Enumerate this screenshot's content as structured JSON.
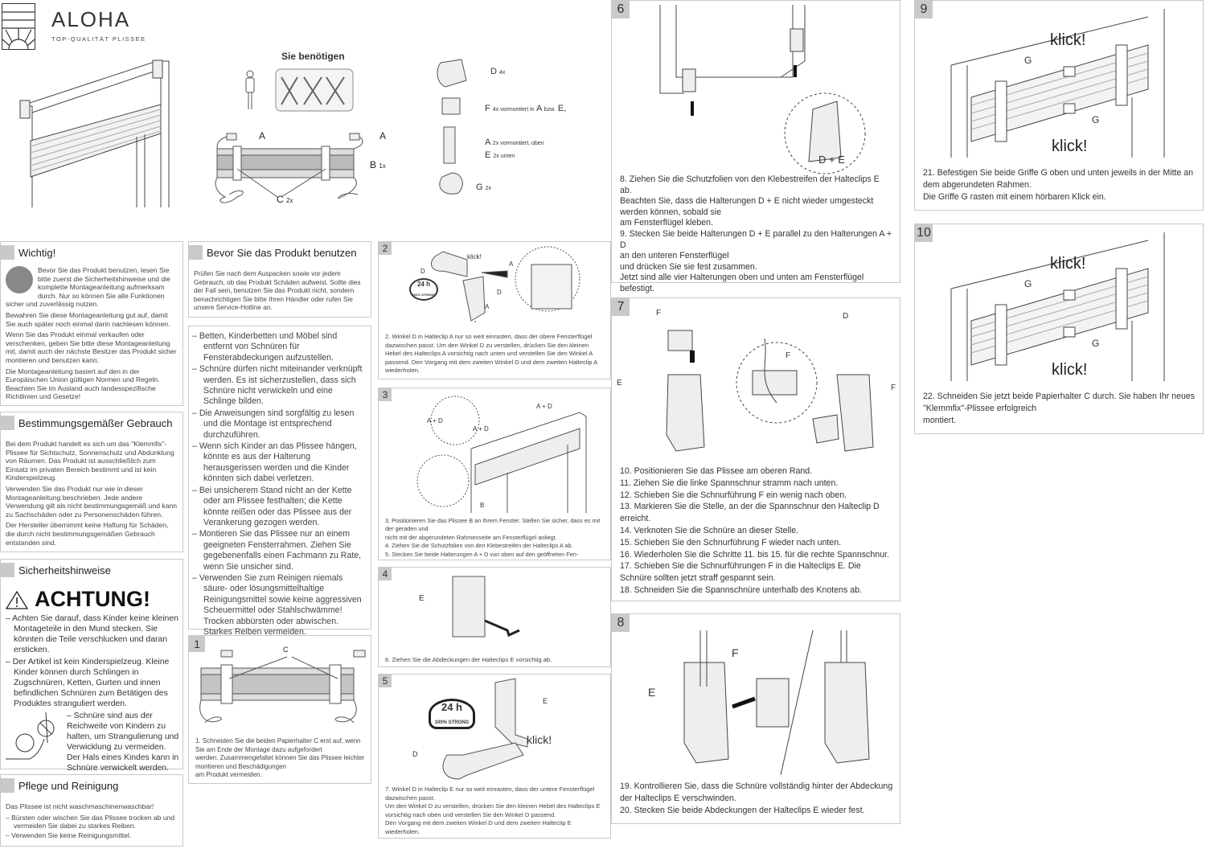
{
  "brand": {
    "name": "ALOHA",
    "tagline": "TOP-QUALITÄT PLISSEE"
  },
  "needs": {
    "title": "Sie benötigen"
  },
  "parts": {
    "A": "A",
    "B": "B",
    "B_qty": "1x",
    "C": "C",
    "C_qty": "2x",
    "D": "D",
    "D_qty": "4x",
    "F": "F",
    "F_desc": "4x vormontiert in",
    "F_A": "A",
    "F_bzw": "bzw.",
    "F_E": "E,",
    "A2": "A",
    "A2_desc": "2x vormontiert, oben",
    "E2": "E",
    "E2_desc": "2x unten",
    "G": "G",
    "G_qty": "2x"
  },
  "wichtig": {
    "title": "Wichtig!",
    "paras": [
      "Bevor Sie das Produkt benutzen, lesen Sie bitte zuerst die Sicherheitshinweise und die komplette Montageanleitung aufmerksam durch. Nur so können Sie alle Funktionen sicher und zuverlässig nutzen.",
      "Bewahren Sie diese Montageanleitung gut auf, damit Sie auch später noch einmal darin nachlesen können.",
      "Wenn Sie das Produkt einmal verkaufen oder verschenken, geben Sie bitte diese Montageanleitung mit, damit auch der nächste Besitzer das Produkt sicher montieren und benutzen kann.",
      "Die Montageanleitung basiert auf den in der Europäischen Union gültigen Normen und Regeln. Beachten Sie im Ausland auch landesspezifische Richtlinien und Gesetze!"
    ]
  },
  "bestimmung": {
    "title": "Bestimmungsgemäßer Gebrauch",
    "paras": [
      "Bei dem Produkt handelt es sich um das \"Klemmfix\"-Plissee für Sichtschutz, Sonnenschutz und Abdunklung von Räumen. Das Produkt ist ausschließlich zum Einsatz im privaten Bereich bestimmt und ist kein Kinderspielzeug.",
      "Verwenden Sie das Produkt nur wie in dieser Montageanleitung beschrieben. Jede andere Verwendung gilt als nicht bestimmungsgemäß und kann zu Sachschäden oder zu Personenschäden führen.",
      "Der Hersteller übernimmt keine Haftung für Schäden, die durch nicht bestimmungsgemäßen Gebrauch entstanden sind."
    ]
  },
  "sicherheit": {
    "title": "Sicherheitshinweise",
    "warning": "ACHTUNG!",
    "items": [
      "– Achten Sie darauf, dass Kinder keine kleinen Montageteile in den Mund stecken. Sie könnten die Teile verschlucken und daran ersticken.",
      "– Der Artikel ist kein Kinderspielzeug. Kleine Kinder können durch Schlingen in Zugschnüren, Ketten, Gurten und innen befindlichen Schnüren zum Betätigen des Produktes stranguliert werden."
    ],
    "cord_note": "– Schnüre sind aus der Reichweite von Kindern zu halten, um Strangulierung und Verwicklung zu vermeiden. Der Hals eines Kindes kann in Schnüre verwickelt werden."
  },
  "pflege": {
    "title": "Pflege und Reinigung",
    "intro": "Das Plissee ist nicht waschmaschinenwaschbar!",
    "items": [
      "– Bürsten oder wischen Sie das Plissee trocken ab und vermeiden Sie dabei zu starkes Reiben.",
      "– Verwenden Sie keine Reinigungsmittel."
    ]
  },
  "bevor": {
    "title": "Bevor Sie das Produkt benutzen",
    "text": "Prüfen Sie nach dem Auspacken sowie vor jedem Gebrauch, ob das Produkt Schäden aufweist. Sollte dies der Fall sein, benutzen Sie das Produkt nicht, sondern benachrichtigen Sie bitte Ihren Händler oder rufen Sie unsere Service-Hotline an."
  },
  "hinweise": [
    "– Betten, Kinderbetten und Möbel sind entfernt von Schnüren für Fensterabdeckungen aufzustellen.",
    "– Schnüre dürfen nicht miteinander verknüpft werden. Es ist sicherzustellen, dass sich Schnüre nicht verwickeln und eine Schlinge bilden.",
    "– Die Anweisungen sind sorgfältig zu lesen und die Montage ist entsprechend durchzuführen.",
    "– Wenn sich Kinder an das Plissee hängen, könnte es aus der Halterung herausgerissen werden und die Kinder könnten sich dabei verletzen.",
    "– Bei unsicherem Stand nicht an der Kette oder am Plissee festhalten; die Kette könnte reißen oder das Plissee aus der Verankerung gezogen werden.",
    "– Montieren Sie das Plissee nur an einem geeigneten Fensterrahmen. Ziehen Sie gegebenenfalls einen Fachmann zu Rate, wenn Sie unsicher sind.",
    "– Verwenden Sie zum Reinigen niemals säure- oder lösungsmittelhaltige Reinigungsmittel sowie keine aggressiven Scheuermittel oder Stahlschwämme! Trocken abbürsten oder abwischen. Starkes Reiben vermeiden."
  ],
  "badge": {
    "top": "24 h",
    "bottom": "100% STRONG"
  },
  "steps": [
    {
      "n": "1",
      "labels": [
        "C"
      ],
      "text": [
        "1. Schneiden Sie die beiden Papierhalter C erst auf, wenn Sie am Ende der Montage dazu aufgefordert",
        "werden. Zusammengefaltet können Sie das Plissee leichter montieren und Beschädigungen",
        "am Produkt vermeiden."
      ]
    },
    {
      "n": "2",
      "labels": [
        "D",
        "klick!",
        "A",
        "D",
        "A"
      ],
      "text": [
        "2. Winkel D in Halteclip A nur so weit einrasten, dass der obere Fensterflügel dazwischen passt. Um den Winkel D zu verstellen, drücken Sie den kleinen Hebel des Halteclips A vorsichtig nach unten und verstellen Sie den Winkel A passend. Den Vorgang mit dem zweiten Winkel D und dem zweiten Halteclip A wiederholen."
      ]
    },
    {
      "n": "3",
      "labels": [
        "A + D",
        "A + D",
        "A + D",
        "B"
      ],
      "text": [
        "3. Positionieren Sie das Plissee B an Ihrem Fenster. Stellen Sie sicher, dass es mit der geraden und",
        "nicht mit der abgerundeten Rahmenseite am Fensterflügel anliegt.",
        "4. Ziehen Sie die Schutzfolien von den Klebestreifen der Halteclips A ab.",
        "5. Stecken Sie beide Halterungen A + D von oben auf den geöffneten Fen-"
      ]
    },
    {
      "n": "4",
      "labels": [
        "E"
      ],
      "text": [
        "6. Ziehen Sie die Abdeckungen der Halteclips E vorsichtig ab."
      ]
    },
    {
      "n": "5",
      "labels": [
        "E",
        "klick!",
        "D"
      ],
      "text": [
        "7. Winkel D in Halteclip E nur so weit einrasten, dass der untere Fensterflügel dazwischen passt.",
        "Um den Winkel D zu verstellen, drücken Sie den kleinen Hebel des Halteclips E vorsichtig nach oben und verstellen Sie den Winkel D passend.",
        "Den Vorgang mit dem zweiten Winkel D und dem zweiten Halteclip E wiederholen."
      ]
    },
    {
      "n": "6",
      "labels": [
        "D + E"
      ],
      "text": [
        "8. Ziehen Sie die Schutzfolien von den Klebestreifen der Halteclips E ab.",
        "Beachten Sie, dass die Halterungen D + E nicht wieder umgesteckt",
        "werden können, sobald sie",
        "am Fensterflügel kleben.",
        "9. Stecken Sie beide Halterungen D + E parallel zu den Halterungen A + D",
        "an den unteren Fensterflügel",
        "und drücken Sie sie fest zusammen.",
        "Jetzt sind alle vier Halterungen oben und unten am Fensterflügel befestigt."
      ]
    },
    {
      "n": "7",
      "labels": [
        "F",
        "E",
        "F",
        "D",
        "F"
      ],
      "text": [
        "10. Positionieren Sie das Plissee am oberen Rand.",
        "11. Ziehen Sie die linke Spannschnur stramm nach unten.",
        "12. Schieben Sie die Schnurführung F ein wenig nach oben.",
        "13. Markieren Sie die Stelle, an der die Spannschnur den Halteclip D erreicht.",
        "14. Verknoten Sie die Schnüre an dieser Stelle.",
        "15. Schieben Sie den Schnurführung F wieder nach unten.",
        "16. Wiederholen Sie die Schritte 11. bis 15. für die rechte Spannschnur.",
        "17. Schieben Sie die Schnurführungen F in die Halteclips E. Die Schnüre sollten jetzt straff gespannt sein.",
        "18. Schneiden Sie die Spannschnüre unterhalb des Knotens ab."
      ]
    },
    {
      "n": "8",
      "labels": [
        "F",
        "E"
      ],
      "text": [
        "19. Kontrollieren Sie, dass die Schnüre vollständig hinter der Abdeckung der Halteclips E verschwinden.",
        "20. Stecken Sie beide Abdeckungen der Halteclips E wieder fest."
      ]
    },
    {
      "n": "9",
      "labels": [
        "klick!",
        "G",
        "G",
        "klick!"
      ],
      "text": [
        "21. Befestigen Sie beide Griffe G oben und unten jeweils in der Mitte an dem abgerundeten Rahmen.",
        "Die Griffe G rasten mit einem hörbaren Klick ein."
      ]
    },
    {
      "n": "10",
      "labels": [
        "klick!",
        "G",
        "G",
        "klick!"
      ],
      "text": [
        "22. Schneiden Sie jetzt beide Papierhalter C durch. Sie haben Ihr neues \"Klemmfix\"-Plissee erfolgreich",
        "montiert."
      ]
    }
  ]
}
